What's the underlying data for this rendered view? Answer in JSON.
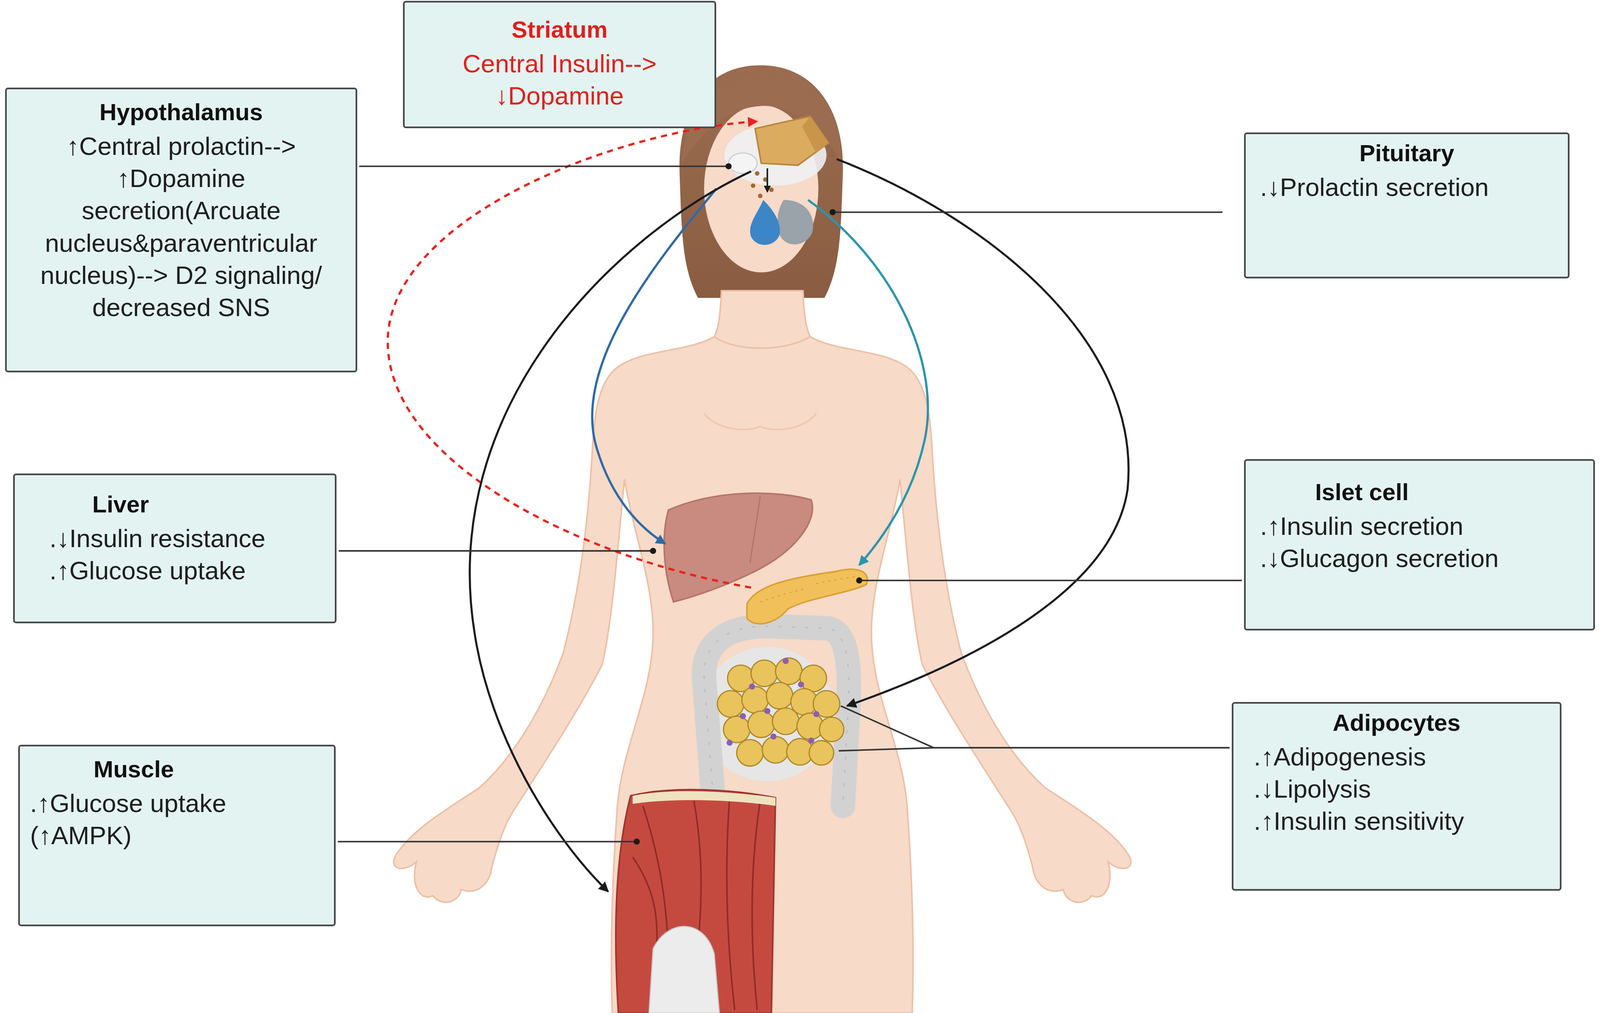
{
  "diagram": {
    "nodes": [
      {
        "text": [
          "Striatum",
          "Central Insulin--> ↓Dopamine"
        ]
      },
      {
        "text": [
          "Hypothalamus",
          "↑Central prolactin--> ↑Dopamine secretion(Arcuate nucleus&paraventricular nucleus)--> D2 signaling/ decreased SNS"
        ]
      },
      {
        "text": [
          "Pituitary",
          ".↓Prolactin secretion"
        ]
      },
      {
        "text": [
          "Liver",
          ".↓Insulin resistance",
          ".↑Glucose uptake"
        ]
      },
      {
        "text": [
          "Islet cell",
          ".↑Insulin secretion",
          ".↓Glucagon secretion"
        ]
      },
      {
        "text": [
          "Adipocytes",
          ".↑Adipogenesis",
          ".↓Lipolysis",
          ".↑Insulin sensitivity"
        ]
      },
      {
        "text": [
          "Muscle",
          ".↑Glucose uptake (↑AMPK)"
        ]
      }
    ]
  }
}
